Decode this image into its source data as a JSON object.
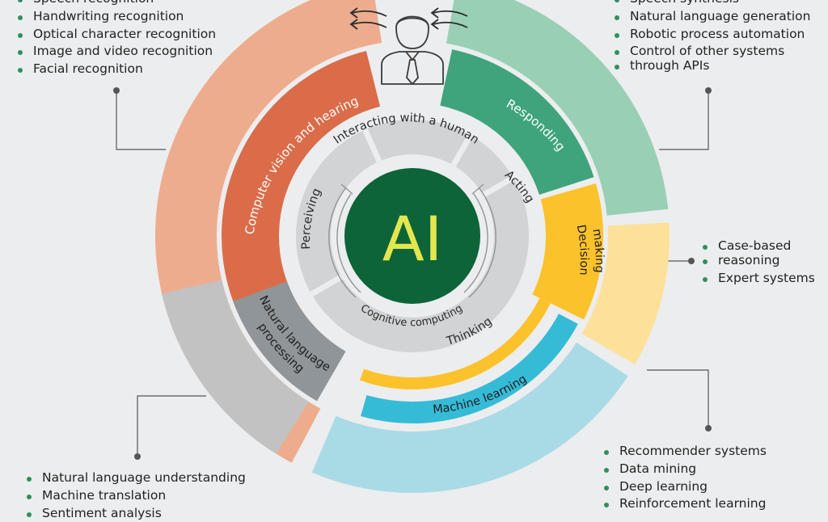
{
  "colors": {
    "background": "#ecedee",
    "orange_outer": "#eeac8e",
    "orange_inner": "#db6c49",
    "teal_outer": "#99cfb4",
    "teal_inner": "#3fa47c",
    "yellow_outer": "#fde19a",
    "yellow_inner": "#fbc22c",
    "blue_outer": "#a9dbe7",
    "blue_inner": "#36bbd7",
    "gray_outer": "#c2c2c2",
    "gray_inner": "#8f9599",
    "ring_light": "#d2d3d4",
    "center": "#0d6438",
    "center_text": "#e3e64f",
    "bullet": "#2f8f5f"
  },
  "center": {
    "label": "AI"
  },
  "cognitive_ring": {
    "perceiving": "Perceiving",
    "interacting": "Interacting with a human",
    "acting": "Acting",
    "thinking": "Thinking",
    "cognitive": "Cognitive computing"
  },
  "capability_ring": {
    "vision": "Computer vision and hearing",
    "responding": "Responding",
    "decision_1": "Decision",
    "decision_2": "making",
    "ml": "Machine learning",
    "nlp_1": "Natural language",
    "nlp_2": "processing"
  },
  "lists": {
    "top_left": [
      "Speech recognition",
      "Handwriting recognition",
      "Optical character recognition",
      "Image and video recognition",
      "Facial recognition"
    ],
    "top_right": [
      "Speech synthesis",
      "Natural language generation",
      "Robotic process automation",
      "Control of other systems",
      "through APIs"
    ],
    "right": [
      "Case-based",
      "reasoning",
      "Expert systems"
    ],
    "bottom_right": [
      "Recommender systems",
      "Data mining",
      "Deep learning",
      "Reinforcement learning"
    ],
    "bottom_left": [
      "Natural language understanding",
      "Machine translation",
      "Sentiment analysis"
    ]
  },
  "icons": [
    "person-icon",
    "arrow-left-icon"
  ]
}
